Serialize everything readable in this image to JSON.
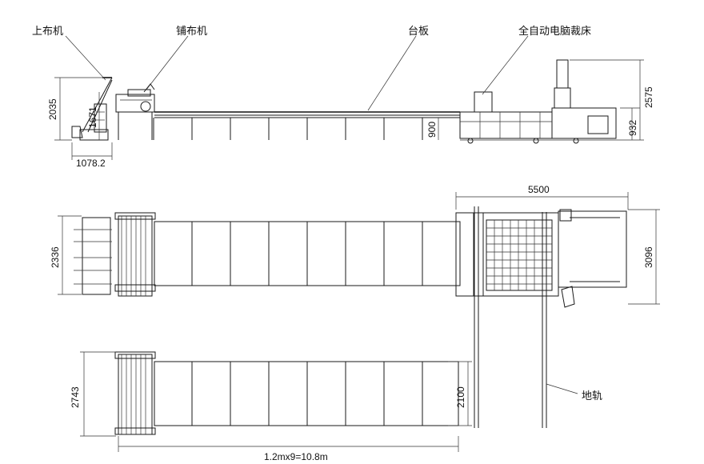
{
  "labels": {
    "spreader_loader": "上布机",
    "spreader": "铺布机",
    "table": "台板",
    "cutter": "全自动电脑裁床",
    "ground_rail": "地轨"
  },
  "dimensions": {
    "h_2035": "2035",
    "h_1671": "1671",
    "w_1078": "1078.2",
    "h_900": "900",
    "h_2575": "2575",
    "h_932": "932",
    "w_5500": "5500",
    "h_2336": "2336",
    "h_3096": "3096",
    "h_2743": "2743",
    "h_2100": "2100",
    "length_total": "1.2mx9=10.8m"
  }
}
